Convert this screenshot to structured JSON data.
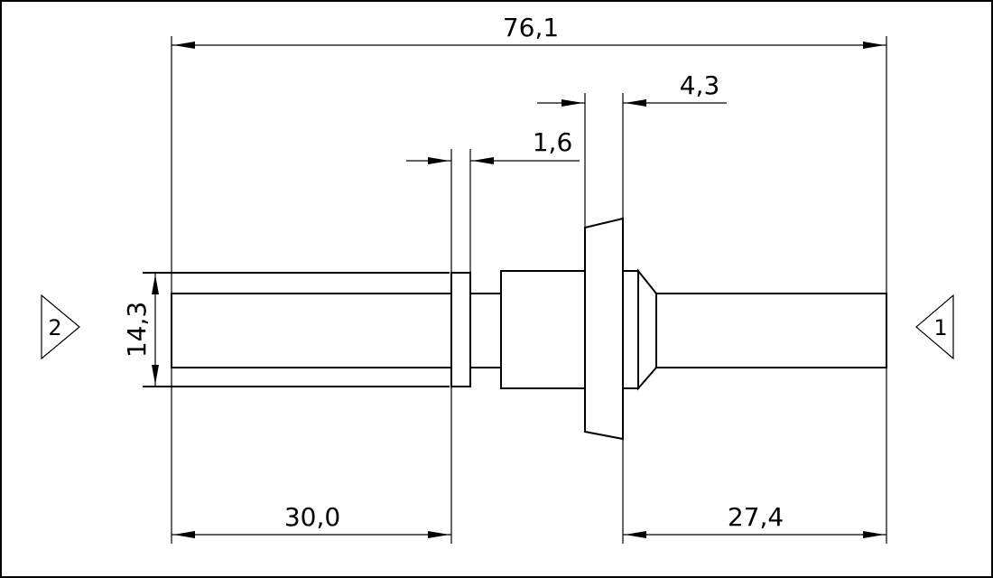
{
  "dimensions": {
    "overall_length": "76,1",
    "flange_thickness": "4,3",
    "collar_width": "1,6",
    "left_length": "30,0",
    "right_length": "27,4",
    "shank_height": "14,3"
  },
  "view_markers": {
    "left": "2",
    "right": "1"
  }
}
